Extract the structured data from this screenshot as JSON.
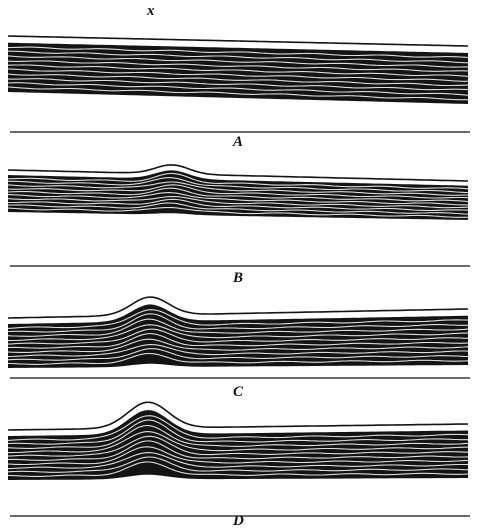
{
  "figure": {
    "top_mark": "x",
    "panels": [
      {
        "label": "A",
        "stage": 0.0
      },
      {
        "label": "B",
        "stage": 0.35
      },
      {
        "label": "C",
        "stage": 0.7
      },
      {
        "label": "D",
        "stage": 1.0
      }
    ]
  },
  "colors": {
    "ink": "#141414",
    "paper": "#ffffff"
  }
}
